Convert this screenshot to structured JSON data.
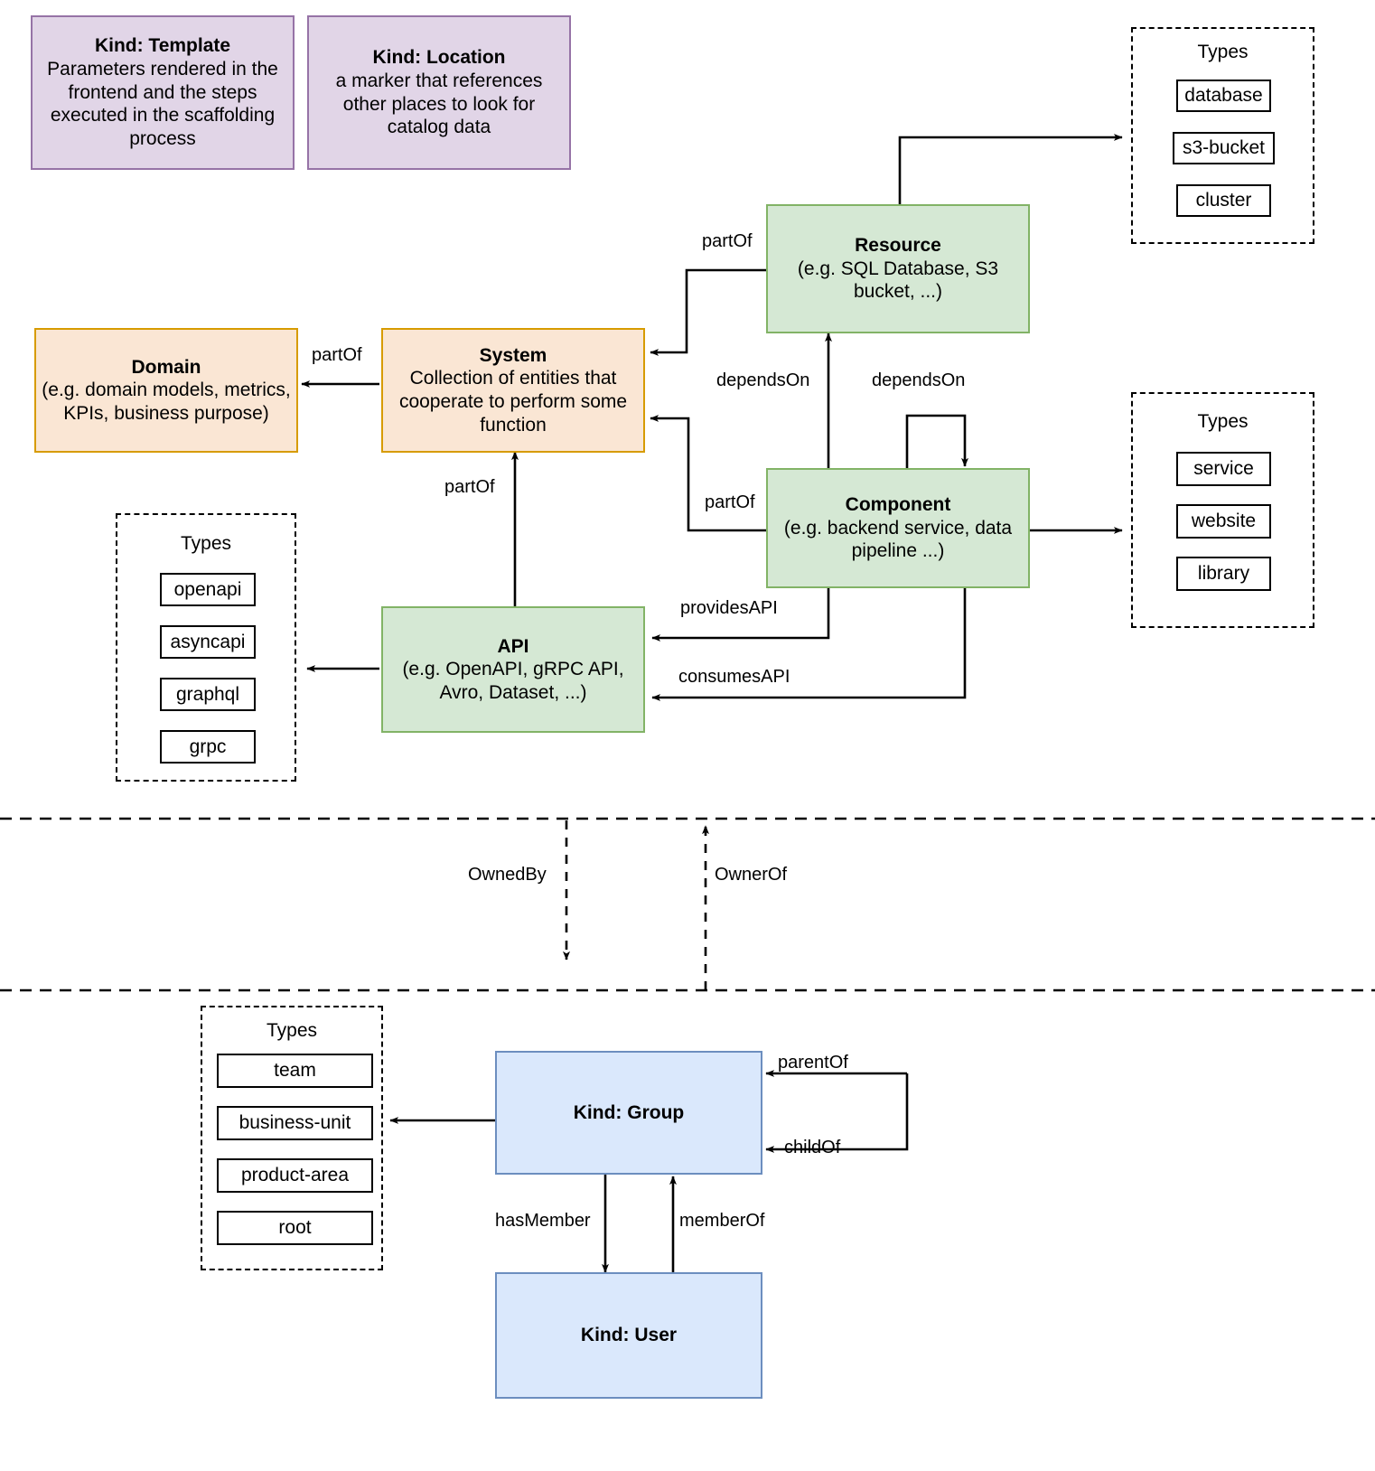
{
  "diagram": {
    "title": "Backstage catalog entity kinds and relations",
    "colors": {
      "purple_fill": "#e1d5e7",
      "purple_border": "#9673a6",
      "orange_fill": "#fae6d4",
      "orange_border": "#d79b00",
      "green_fill": "#d5e8d4",
      "green_border": "#82b366",
      "blue_fill": "#dae8fc",
      "blue_border": "#6c8ebf",
      "line": "#000000"
    }
  },
  "nodes": {
    "template": {
      "title": "Kind: Template",
      "desc": "Parameters rendered in the frontend and the steps executed in  the scaffolding process"
    },
    "location": {
      "title": "Kind: Location",
      "desc": "a marker that references other places to look for catalog data"
    },
    "domain": {
      "title": "Domain",
      "desc": "(e.g.  domain models, metrics, KPIs, business purpose)"
    },
    "system": {
      "title": "System",
      "desc": "Collection of entities that cooperate to perform some function"
    },
    "resource": {
      "title": "Resource",
      "desc": "(e.g. SQL Database, S3 bucket, ...)"
    },
    "component": {
      "title": "Component",
      "desc": "(e.g. backend service, data pipeline ...)"
    },
    "api": {
      "title": "API",
      "desc": "(e.g. OpenAPI, gRPC API, Avro, Dataset, ...)"
    },
    "group": {
      "title": "Kind: Group",
      "desc": ""
    },
    "user": {
      "title": "Kind: User",
      "desc": ""
    }
  },
  "type_groups": {
    "resource_types": {
      "title": "Types",
      "items": [
        "database",
        "s3-bucket",
        "cluster"
      ]
    },
    "component_types": {
      "title": "Types",
      "items": [
        "service",
        "website",
        "library"
      ]
    },
    "api_types": {
      "title": "Types",
      "items": [
        "openapi",
        "asyncapi",
        "graphql",
        "grpc"
      ]
    },
    "group_types": {
      "title": "Types",
      "items": [
        "team",
        "business-unit",
        "product-area",
        "root"
      ]
    }
  },
  "edge_labels": {
    "resource_partof_system": "partOf",
    "system_partof_domain": "partOf",
    "component_dependson_resource": "dependsOn",
    "component_dependson_component": "dependsOn",
    "component_partof_system": "partOf",
    "api_partof_system": "partOf",
    "component_providesapi": "providesAPI",
    "component_consumesapi": "consumesAPI",
    "ownedby": "OwnedBy",
    "ownerof": "OwnerOf",
    "group_parentof": "parentOf",
    "group_childof": "childOf",
    "group_hasmember": "hasMember",
    "user_memberof": "memberOf"
  }
}
